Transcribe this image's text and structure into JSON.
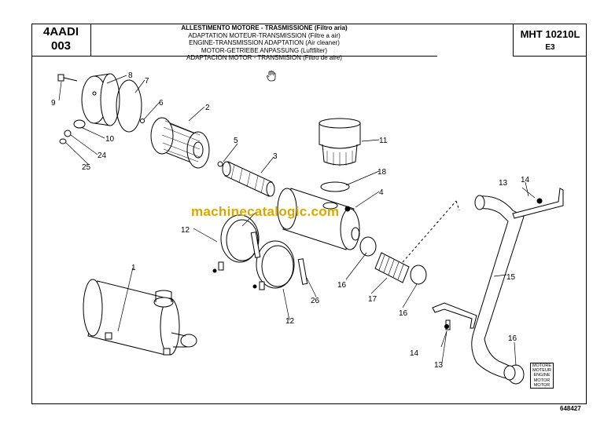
{
  "header": {
    "model_line1": "4AADI",
    "model_line2": "003",
    "titles": [
      "ALLESTIMENTO MOTORE - TRASMISSIONE (Filtro aria)",
      "ADAPTATION MOTEUR-TRANSMISSION (Filtre a air)",
      "ENGINE-TRANSMISSION ADAPTATION (Air cleaner)",
      "MOTOR-GETRIEBE ANPASSUNG (Luftfilter)",
      "ADAPTACION MOTOR - TRANSMISION (Filtro de aire)"
    ],
    "machine": "MHT 10210L",
    "section": "E3"
  },
  "watermark": "machinecatalogic.com",
  "document_number": "648427",
  "legend": [
    "MOTORE",
    "MOTEUR",
    "ENGINE",
    "MOTOR",
    "MOTOR"
  ],
  "part_labels": [
    "1",
    "2",
    "3",
    "4",
    "5",
    "6",
    "7",
    "8",
    "9",
    "10",
    "11",
    "12",
    "12",
    "13",
    "13",
    "14",
    "14",
    "15",
    "16",
    "16",
    "16",
    "17",
    "18",
    "24",
    "25",
    "26"
  ],
  "icons": {
    "cursor": "hand-cursor-icon"
  }
}
